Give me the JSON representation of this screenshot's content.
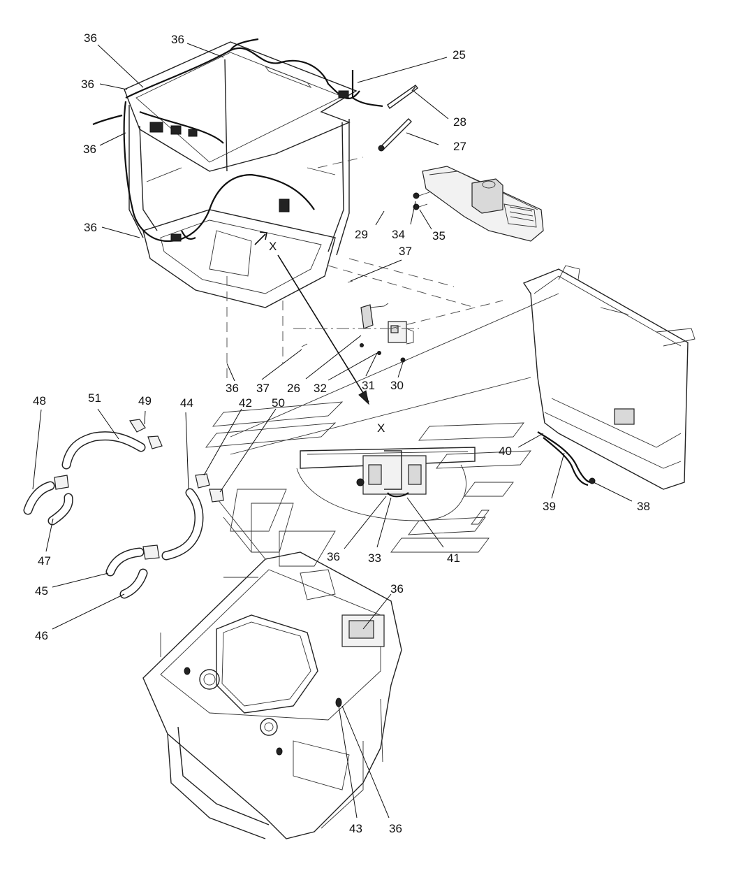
{
  "view_marker": "X",
  "callouts": [
    {
      "label": "36"
    },
    {
      "label": "36"
    },
    {
      "label": "36"
    },
    {
      "label": "36"
    },
    {
      "label": "36"
    },
    {
      "label": "25"
    },
    {
      "label": "28"
    },
    {
      "label": "27"
    },
    {
      "label": "29"
    },
    {
      "label": "34"
    },
    {
      "label": "35"
    },
    {
      "label": "37"
    },
    {
      "label": "36"
    },
    {
      "label": "37"
    },
    {
      "label": "26"
    },
    {
      "label": "32"
    },
    {
      "label": "31"
    },
    {
      "label": "30"
    },
    {
      "label": "48"
    },
    {
      "label": "51"
    },
    {
      "label": "49"
    },
    {
      "label": "44"
    },
    {
      "label": "42"
    },
    {
      "label": "50"
    },
    {
      "label": "40"
    },
    {
      "label": "39"
    },
    {
      "label": "38"
    },
    {
      "label": "36"
    },
    {
      "label": "33"
    },
    {
      "label": "41"
    },
    {
      "label": "47"
    },
    {
      "label": "45"
    },
    {
      "label": "46"
    },
    {
      "label": "36"
    },
    {
      "label": "43"
    },
    {
      "label": "36"
    }
  ]
}
